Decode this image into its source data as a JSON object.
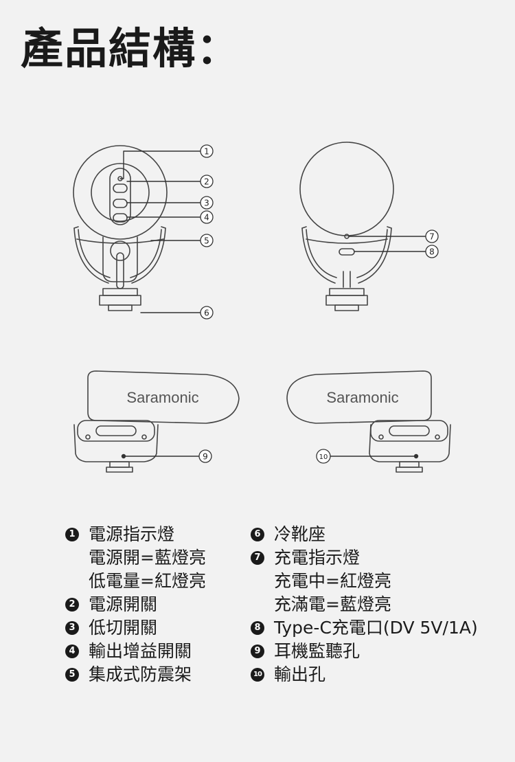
{
  "title": "產品結構：",
  "callouts": [
    "1",
    "2",
    "3",
    "4",
    "5",
    "6",
    "7",
    "8",
    "9",
    "10"
  ],
  "brand": "Saramonic",
  "legend_left": [
    {
      "num": "1",
      "lines": [
        "電源指示燈",
        "電源開=藍燈亮",
        "低電量=紅燈亮"
      ]
    },
    {
      "num": "2",
      "lines": [
        "電源開關"
      ]
    },
    {
      "num": "3",
      "lines": [
        "低切開關"
      ]
    },
    {
      "num": "4",
      "lines": [
        "輸出增益開關"
      ]
    },
    {
      "num": "5",
      "lines": [
        "集成式防震架"
      ]
    }
  ],
  "legend_right": [
    {
      "num": "6",
      "lines": [
        "冷靴座"
      ]
    },
    {
      "num": "7",
      "lines": [
        "充電指示燈",
        "充電中=紅燈亮",
        "充滿電=藍燈亮"
      ]
    },
    {
      "num": "8",
      "lines": [
        "Type-C充電口(DV 5V/1A)"
      ]
    },
    {
      "num": "9",
      "lines": [
        "耳機監聽孔"
      ]
    },
    {
      "num": "10",
      "lines": [
        "輸出孔"
      ]
    }
  ]
}
